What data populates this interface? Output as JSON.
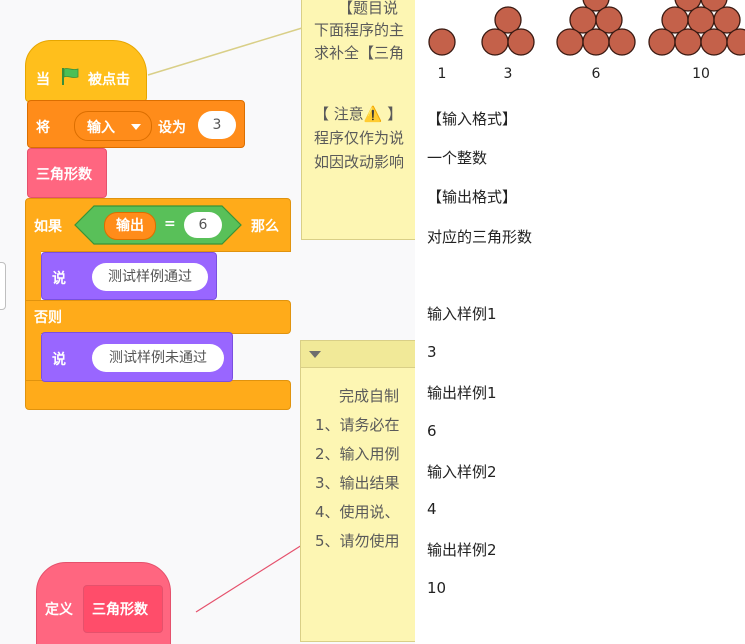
{
  "notes": {
    "top": {
      "title": "【题目说",
      "lines": [
        "下面程序的主",
        "求补全【三角",
        "",
        "【 注意⚠️ 】",
        "程序仅作为说",
        "如因改动影响"
      ]
    },
    "bottom": {
      "lines": [
        "完成自制",
        "1、请务必在",
        "2、输入用例",
        "3、输出结果",
        "4、使用说、",
        "5、请勿使用"
      ]
    }
  },
  "blocks": {
    "when_flag": {
      "pre": "当",
      "post": "被点击"
    },
    "set_var": {
      "pre": "将",
      "var": "输入",
      "mid": "设为",
      "value": "3"
    },
    "call_triangle": {
      "label": "三角形数"
    },
    "if_block": {
      "if": "如果",
      "reporter": "输出",
      "op": "=",
      "value": "6",
      "then": "那么"
    },
    "say_pass": {
      "label": "说",
      "text": "测试样例通过"
    },
    "else_label": "否则",
    "say_fail": {
      "label": "说",
      "text": "测试样例未通过"
    },
    "define": {
      "label": "定义",
      "name": "三角形数"
    }
  },
  "problem": {
    "figure_labels": [
      "1",
      "3",
      "6",
      "10"
    ],
    "input_format_title": "【输入格式】",
    "input_format_desc": "一个整数",
    "output_format_title": "【输出格式】",
    "output_format_desc": "对应的三角形数",
    "sample_in1_label": "输入样例1",
    "sample_in1": "3",
    "sample_out1_label": "输出样例1",
    "sample_out1": "6",
    "sample_in2_label": "输入样例2",
    "sample_in2": "4",
    "sample_out2_label": "输出样例2",
    "sample_out2": "10"
  },
  "colors": {
    "dot_fill": "#c4614a",
    "events": "#ffbf1c",
    "control": "#ffab1a",
    "looks": "#9966ff",
    "my_blocks": "#ff6680",
    "operators": "#59c059",
    "variables": "#ff8c1a"
  }
}
